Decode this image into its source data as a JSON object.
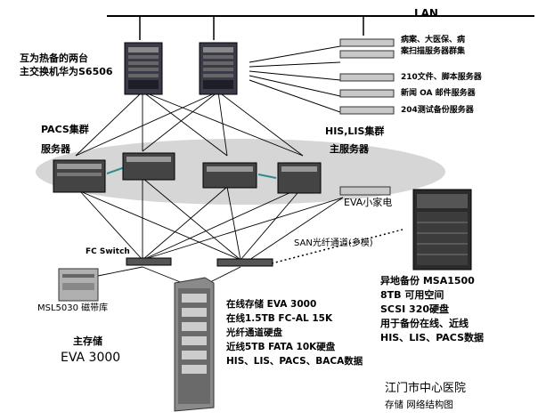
{
  "lan_label": "LAN",
  "core_switch": {
    "line1": "互为热备的两台",
    "line2": "主交换机华为S6506"
  },
  "lan_servers": [
    "病案、大医保、病",
    "案扫描服务器群集",
    "210文件、脚本服务器",
    "新闻 OA 邮件服务器",
    "204测试备份服务器"
  ],
  "pacs_cluster": {
    "line1": "PACS集群",
    "line2": "服务器"
  },
  "his_cluster": {
    "line1": "HIS,LIS集群",
    "line2": "主服务器"
  },
  "eva_small": "EVA小家电",
  "fc_switch": "FC Switch",
  "san_link": "SAN光纤通道(多模)",
  "tape_library": "MSL5030 磁带库",
  "main_storage": {
    "line1": "主存储",
    "line2": "EVA 3000"
  },
  "main_storage_desc": [
    "在线存储 EVA 3000",
    "在线1.5TB FC-AL 15K",
    "光纤通道硬盘",
    "近线5TB FATA 10K硬盘",
    "HIS、LIS、PACS、BACA数据"
  ],
  "remote_backup_desc": [
    "异地备份 MSA1500",
    "8TB 可用空间",
    "SCSI 320硬盘",
    "用于备份在线、近线",
    "HIS、LIS、PACS数据"
  ],
  "footer": {
    "line1": "江门市中心医院",
    "line2": "存储  网络结构图"
  }
}
